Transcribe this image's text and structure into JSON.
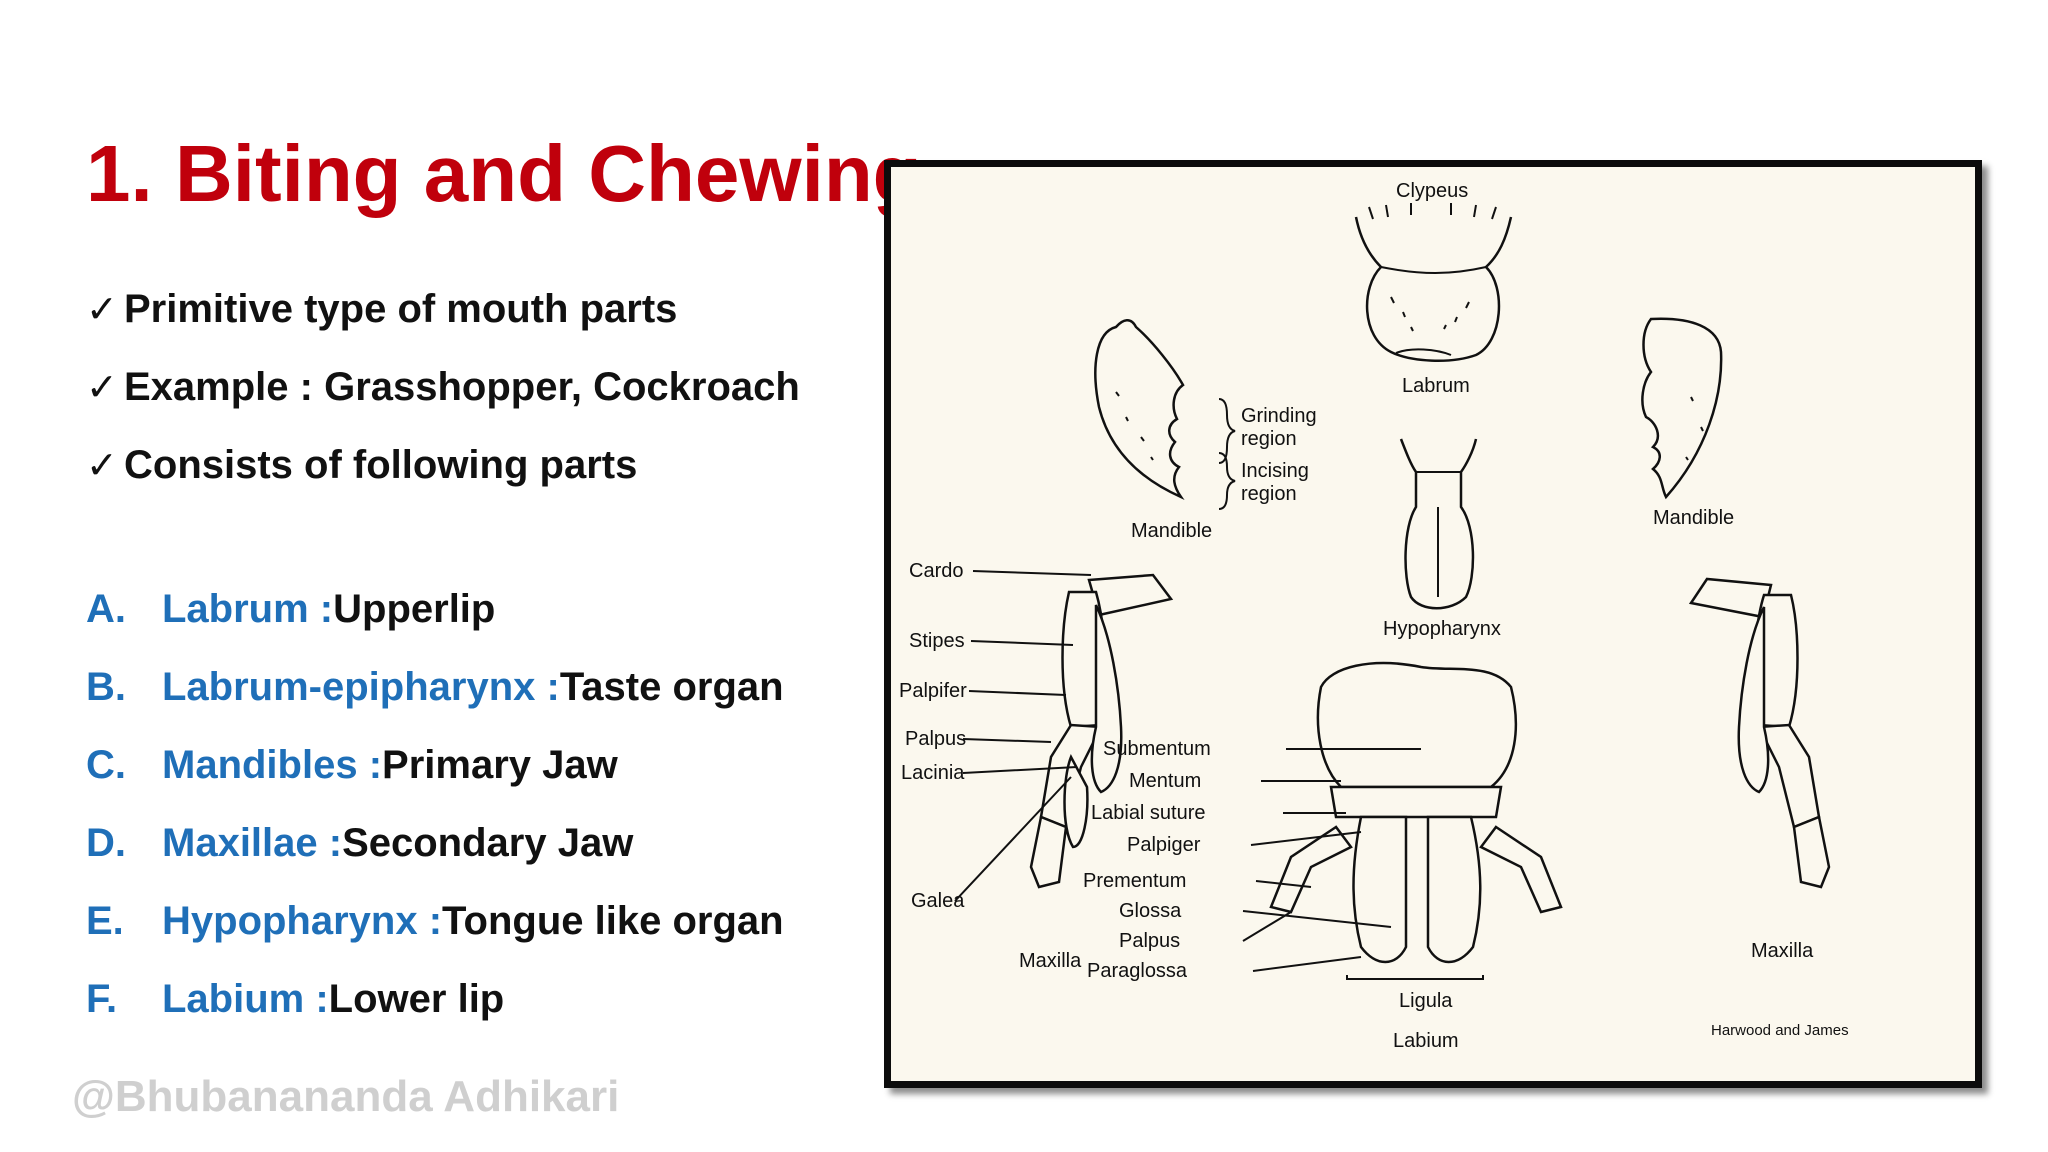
{
  "title": "1. Biting and Chewing",
  "bullets": [
    "Primitive type of mouth parts",
    "Example : Grasshopper, Cockroach",
    "Consists of following parts"
  ],
  "parts": [
    {
      "letter": "A.",
      "name": "Labrum : ",
      "desc": "Upperlip"
    },
    {
      "letter": "B.",
      "name": "Labrum-epipharynx : ",
      "desc": "Taste organ"
    },
    {
      "letter": "C.",
      "name": "Mandibles : ",
      "desc": "Primary Jaw"
    },
    {
      "letter": "D.",
      "name": "Maxillae : ",
      "desc": "Secondary Jaw"
    },
    {
      "letter": "E.",
      "name": "Hypopharynx :",
      "desc": "Tongue like organ"
    },
    {
      "letter": "F.",
      "name": "Labium : ",
      "desc": "Lower lip"
    }
  ],
  "watermark": "@Bhubanananda Adhikari",
  "figure": {
    "labels": {
      "clypeus": "Clypeus",
      "labrum": "Labrum",
      "grinding": "Grinding",
      "grinding2": "region",
      "incising": "Incising",
      "incising2": "region",
      "mandible_left": "Mandible",
      "mandible_right": "Mandible",
      "hypopharynx": "Hypopharynx",
      "cardo": "Cardo",
      "stipes": "Stipes",
      "palpifer": "Palpifer",
      "palpus": "Palpus",
      "lacinia": "Lacinia",
      "galea": "Galea",
      "maxilla_left": "Maxilla",
      "maxilla_right": "Maxilla",
      "submentum": "Submentum",
      "mentum": "Mentum",
      "labial_suture": "Labial suture",
      "palpiger": "Palpiger",
      "prementum": "Prementum",
      "glossa": "Glossa",
      "palpus2": "Palpus",
      "paraglossa": "Paraglossa",
      "ligula": "Ligula",
      "labium": "Labium",
      "credit": "Harwood and James"
    }
  },
  "colors": {
    "title": "#c0000c",
    "accent": "#1f6fb8",
    "text": "#111111",
    "watermark": "#cfcfcf"
  },
  "icons": {
    "bullet": "check-mark-icon"
  }
}
